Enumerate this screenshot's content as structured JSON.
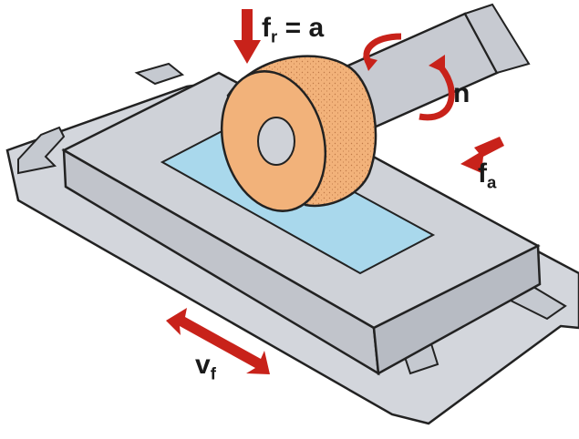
{
  "labels": {
    "radial_feed_main": "f",
    "radial_feed_sub": "r",
    "radial_feed_rest": " = a",
    "speed": "n",
    "axial_feed_main": "f",
    "axial_feed_sub": "a",
    "table_feed_main": "v",
    "table_feed_sub": "f"
  },
  "colors": {
    "arrow": "#c8221a",
    "machine_body": "#d3d6dc",
    "workpiece": "#a9d8ec",
    "wheel": "#f2b27a",
    "outline": "#222222"
  }
}
